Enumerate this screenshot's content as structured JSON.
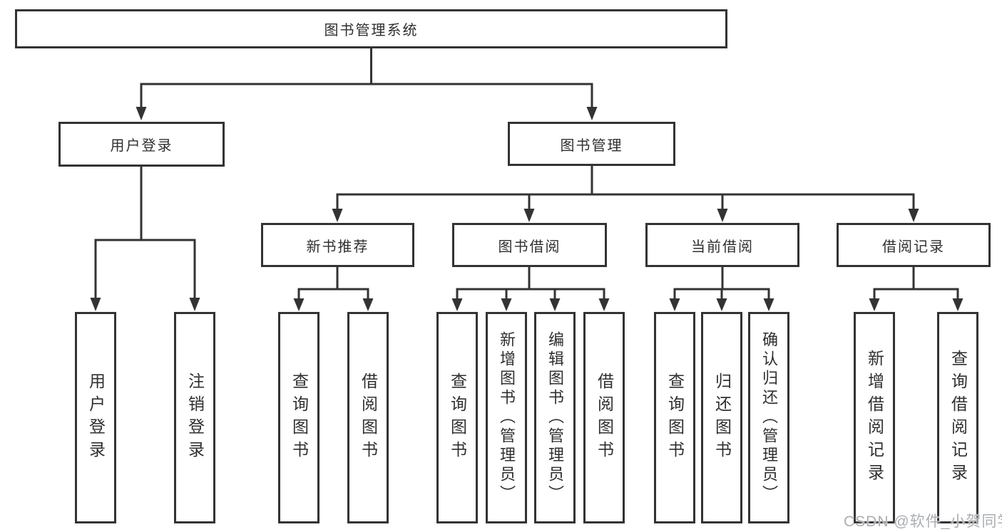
{
  "tree": {
    "root": {
      "label": "图书管理系统"
    },
    "level2": [
      {
        "label": "用户登录",
        "children": [
          {
            "label": "用户登录"
          },
          {
            "label": "注销登录"
          }
        ]
      },
      {
        "label": "图书管理",
        "sections": [
          {
            "label": "新书推荐",
            "children": [
              {
                "label": "查询图书"
              },
              {
                "label": "借阅图书"
              }
            ]
          },
          {
            "label": "图书借阅",
            "children": [
              {
                "label": "查询图书"
              },
              {
                "label": "新增图书（管理员）"
              },
              {
                "label": "编辑图书（管理员）"
              },
              {
                "label": "借阅图书"
              }
            ]
          },
          {
            "label": "当前借阅",
            "children": [
              {
                "label": "查询图书"
              },
              {
                "label": "归还图书"
              },
              {
                "label": "确认归还（管理员）"
              }
            ]
          },
          {
            "label": "借阅记录",
            "children": [
              {
                "label": "新增借阅记录"
              },
              {
                "label": "查询借阅记录"
              }
            ]
          }
        ]
      }
    ]
  },
  "watermark": {
    "text": "CSDN @软件_小贺同学"
  },
  "colors": {
    "line": "#333333",
    "box_border": "#333333",
    "text": "#2f2f2f",
    "watermark": "#abaeb2",
    "background": "#ffffff"
  }
}
